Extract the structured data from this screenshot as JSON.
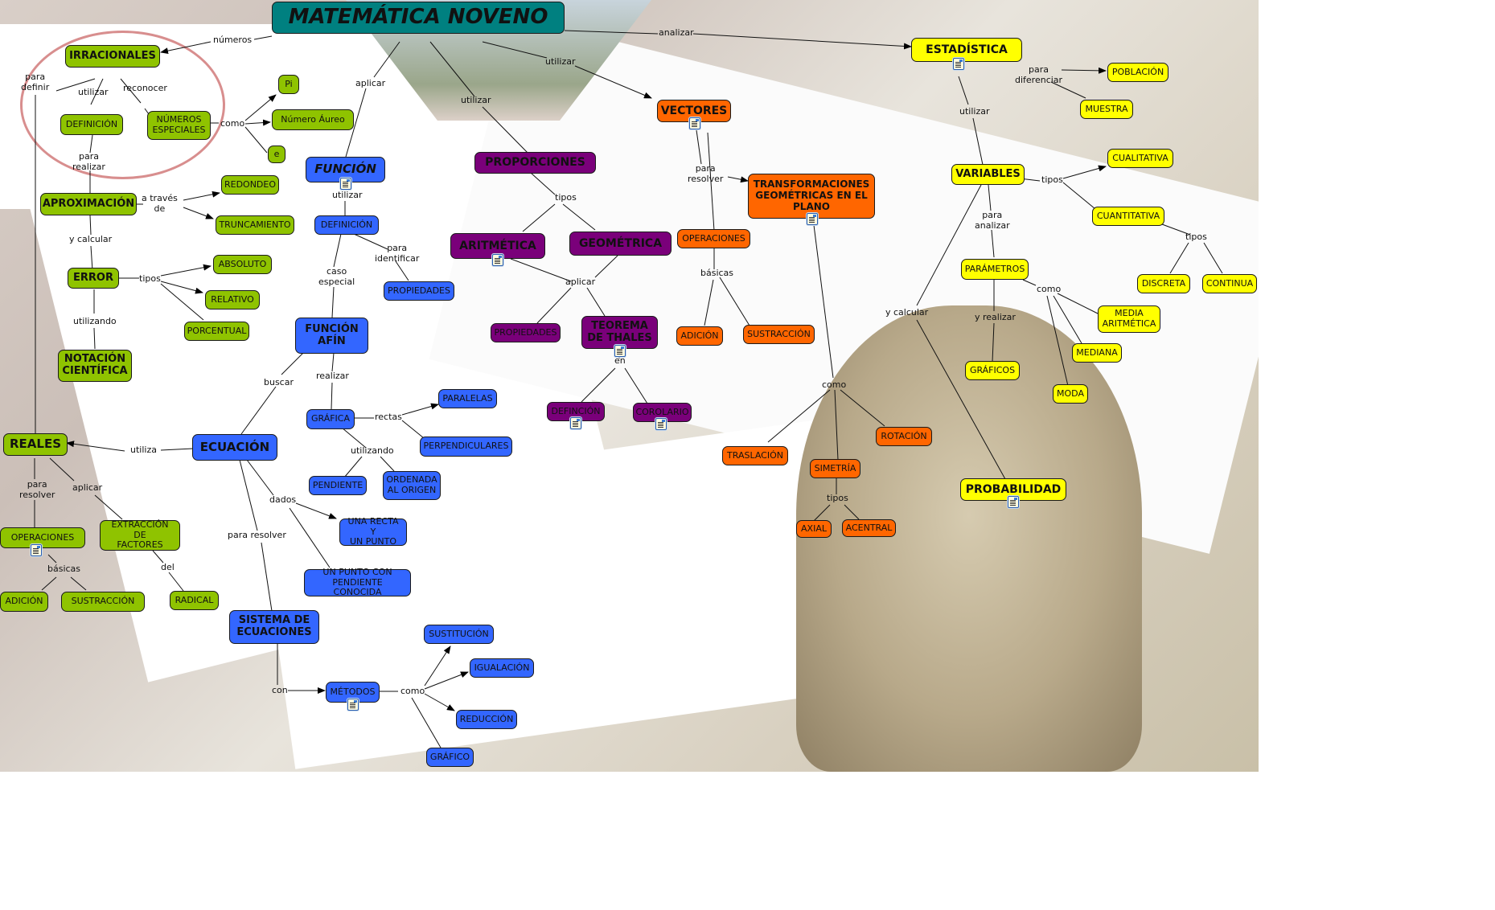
{
  "title": "MATEMÁTICA NOVENO",
  "colors": {
    "title": "#008080",
    "numeros_branch": "#8fc300",
    "funcion_branch": "#3366ff",
    "proporciones_branch": "#7a007a",
    "vectores_branch": "#ff6600",
    "estadistica_branch": "#ffff00"
  },
  "nodes": {
    "irracionales": "IRRACIONALES",
    "definicion_irr": "DEFINICIÓN",
    "numeros_especiales": "NÚMEROS\nESPECIALES",
    "pi": "Pi",
    "numero_aureo": "Número Áureo",
    "e": "e",
    "aproximacion": "APROXIMACIÓN",
    "redondeo": "REDONDEO",
    "truncamiento": "TRUNCAMIENTO",
    "error": "ERROR",
    "absoluto": "ABSOLUTO",
    "relativo": "RELATIVO",
    "porcentual": "PORCENTUAL",
    "notacion_cientifica": "NOTACIÓN\nCIENTÍFICA",
    "reales": "REALES",
    "operaciones_reales": "OPERACIONES",
    "adicion_reales": "ADICIÓN",
    "sustraccion_reales": "SUSTRACCIÓN",
    "extraccion_factores": "EXTRACCIÓN DE\nFACTORES",
    "radical": "RADICAL",
    "funcion": "FUNCIÓN",
    "definicion_func": "DEFINICIÓN",
    "propiedades_func": "PROPIEDADES",
    "funcion_afin": "FUNCIÓN\nAFÍN",
    "ecuacion": "ECUACIÓN",
    "grafica": "GRÁFICA",
    "paralelas": "PARALELAS",
    "perpendiculares": "PERPENDICULARES",
    "pendiente": "PENDIENTE",
    "ordenada_origen": "ORDENADA\nAL ORIGEN",
    "recta_punto": "UNA RECTA Y\nUN PUNTO",
    "punto_pendiente": "UN PUNTO CON\nPENDIENTE CONOCIDA",
    "sistema_ecuaciones": "SISTEMA DE\nECUACIONES",
    "metodos": "MÉTODOS",
    "sustitucion": "SUSTITUCIÓN",
    "igualacion": "IGUALACIÓN",
    "reduccion": "REDUCCIÓN",
    "grafico": "GRÁFICO",
    "proporciones": "PROPORCIONES",
    "aritmetica": "ARITMÉTICA",
    "geometrica": "GEOMÉTRICA",
    "propiedades_prop": "PROPIEDADES",
    "teorema_thales": "TEOREMA\nDE THALES",
    "definicion_thales": "DEFINCIÓN",
    "corolario": "COROLARIO",
    "vectores": "VECTORES",
    "transformaciones": "TRANSFORMACIONES\nGEOMÉTRICAS EN EL\nPLANO",
    "operaciones_vec": "OPERACIONES",
    "adicion_vec": "ADICIÓN",
    "sustraccion_vec": "SUSTRACCIÓN",
    "traslacion": "TRASLACIÓN",
    "rotacion": "ROTACIÓN",
    "simetria": "SIMETRÍA",
    "axial": "AXIAL",
    "acentral": "ACENTRAL",
    "estadistica": "ESTADÍSTICA",
    "poblacion": "POBLACIÓN",
    "muestra": "MUESTRA",
    "variables": "VARIABLES",
    "cualitativa": "CUALITATIVA",
    "cuantitativa": "CUANTITATIVA",
    "discreta": "DISCRETA",
    "continua": "CONTINUA",
    "parametros": "PARÁMETROS",
    "media_aritmetica": "MEDIA\nARITMÉTICA",
    "mediana": "MEDIANA",
    "moda": "MODA",
    "graficos": "GRÁFICOS",
    "probabilidad": "PROBABILIDAD"
  },
  "links": {
    "numeros": "números",
    "para_definir": "para\ndefinir",
    "utilizar_irr": "utilizar",
    "reconocer": "reconocer",
    "como_num": "como",
    "para_realizar": "para\nrealizar",
    "a_traves_de": "a través\nde",
    "y_calcular_err": "y calcular",
    "tipos_err": "tipos",
    "utilizando_nc": "utilizando",
    "utiliza": "utiliza",
    "para_resolver_reales": "para\nresolver",
    "aplicar_reales": "aplicar",
    "basicas_reales": "básicas",
    "del": "del",
    "aplicar_func": "aplicar",
    "utilizar_func": "utilizar",
    "para_identificar": "para\nidentificar",
    "caso_especial": "caso\nespecial",
    "buscar": "buscar",
    "realizar": "realizar",
    "rectas": "rectas",
    "utilizando_graf": "utilizando",
    "dados": "dados",
    "para_resolver_ec": "para resolver",
    "con": "con",
    "como_met": "como",
    "utilizar_prop": "utilizar",
    "tipos_prop": "tipos",
    "aplicar_geo": "aplicar",
    "en": "en",
    "utilizar_vec": "utilizar",
    "para_resolver_vec": "para\nresolver",
    "basicas_vec": "básicas",
    "como_trans": "como",
    "tipos_sim": "tipos",
    "analizar": "analizar",
    "para_diferenciar": "para\ndiferenciar",
    "utilizar_est": "utilizar",
    "tipos_var": "tipos",
    "tipos_cuant": "tipos",
    "para_analizar": "para\nanalizar",
    "como_par": "como",
    "y_realizar": "y realizar",
    "y_calcular_est": "y calcular"
  }
}
